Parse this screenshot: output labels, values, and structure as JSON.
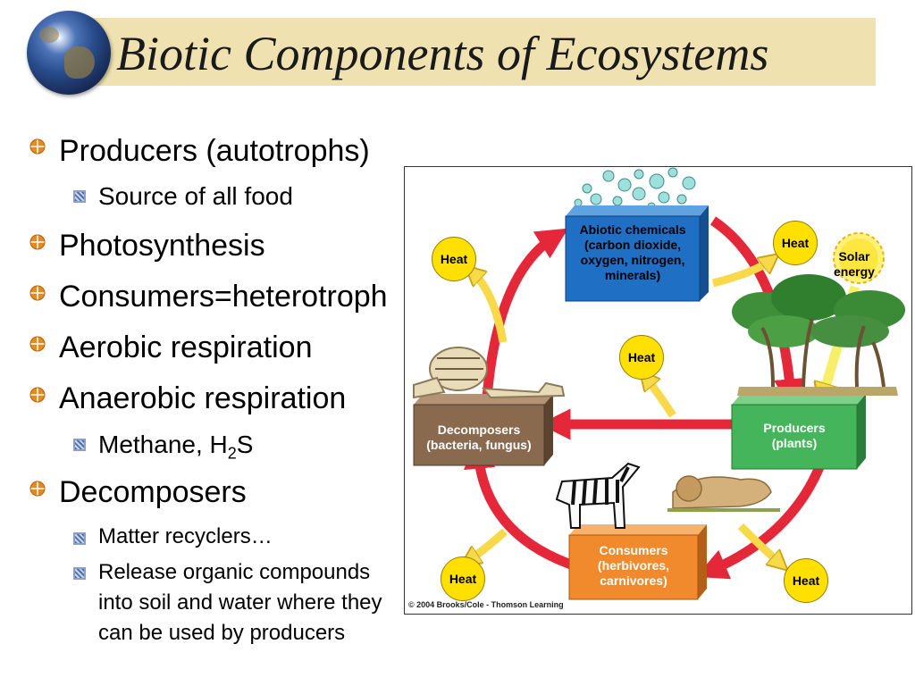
{
  "slide": {
    "title": "Biotic Components of Ecosystems"
  },
  "bullets": {
    "producers": "Producers (autotrophs)",
    "source": "Source of all food",
    "photosynthesis": "Photosynthesis",
    "consumers": "Consumers=heterotroph",
    "aerobic": "Aerobic respiration",
    "anaerobic": "Anaerobic respiration",
    "methane_prefix": "Methane, H",
    "methane_sub": "2",
    "methane_suffix": "S",
    "decomposers": "Decomposers",
    "matter": "Matter recyclers…",
    "release_line1": "Release organic compounds",
    "release_line2": "into soil and water where they",
    "release_line3": "can be used by producers"
  },
  "diagram": {
    "abiotic": [
      "Abiotic chemicals",
      "(carbon dioxide,",
      "oxygen, nitrogen,",
      "minerals)"
    ],
    "producers": [
      "Producers",
      "(plants)"
    ],
    "decomposers": [
      "Decomposers",
      "(bacteria, fungus)"
    ],
    "consumers": [
      "Consumers",
      "(herbivores,",
      "carnivores)"
    ],
    "heat": "Heat",
    "solar": [
      "Solar",
      "energy"
    ],
    "credit": "© 2004 Brooks/Cole - Thomson Learning"
  },
  "colors": {
    "title_band": "#efe2b0",
    "abiotic_box": "#1f6fc4",
    "producers_box": "#44b55a",
    "decomposers_box": "#8a6a4e",
    "consumers_box": "#f08a2c",
    "cycle_arrow": "#e4283a",
    "heat_circle": "#ffe000"
  }
}
